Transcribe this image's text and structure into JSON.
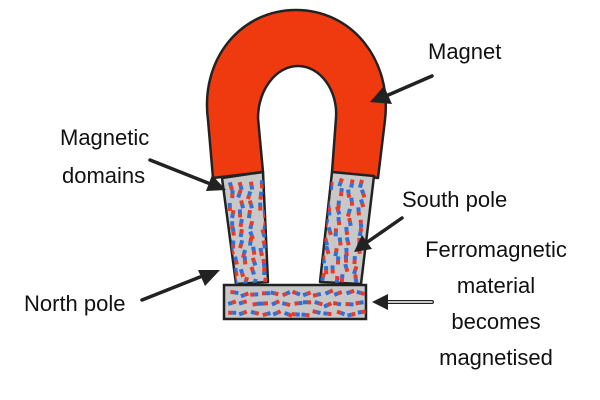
{
  "labels": {
    "magnet": "Magnet",
    "magnetic_domains_line1": "Magnetic",
    "magnetic_domains_line2": "domains",
    "south_pole": "South pole",
    "north_pole": "North pole",
    "ferro_line1": "Ferromagnetic",
    "ferro_line2": "material",
    "ferro_line3": "becomes",
    "ferro_line4": "magnetised"
  },
  "colors": {
    "magnet_red": "#ee3a0e",
    "metal_grey": "#c8c8c8",
    "domain_red": "#e53b2a",
    "domain_blue": "#2f6fd6",
    "outline": "#222222"
  },
  "icons": {
    "arrow": "arrow-pointer"
  }
}
